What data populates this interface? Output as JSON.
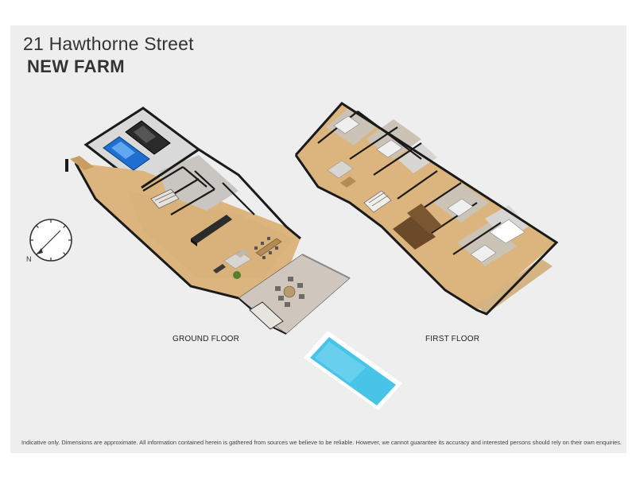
{
  "header": {
    "address": "21 Hawthorne Street",
    "suburb": "NEW FARM"
  },
  "floors": {
    "ground": "GROUND FLOOR",
    "first": "FIRST FLOOR"
  },
  "footer": {
    "disclaimer": "Indicative only. Dimensions are approximate. All information contained herein is gathered from sources we believe to be reliable. However, we cannot guarantee its accuracy and interested persons should rely on their own enquiries."
  },
  "compass": {
    "north_letter": "N"
  },
  "colors": {
    "background": "#eeeeee",
    "wall": "#1a1a1a",
    "timber_floor": "#d8b27a",
    "tile_floor": "#cfc7bd",
    "carpet": "#cbc3b6",
    "pool_water": "#48c4e8",
    "car_blue": "#1f6fd0"
  }
}
